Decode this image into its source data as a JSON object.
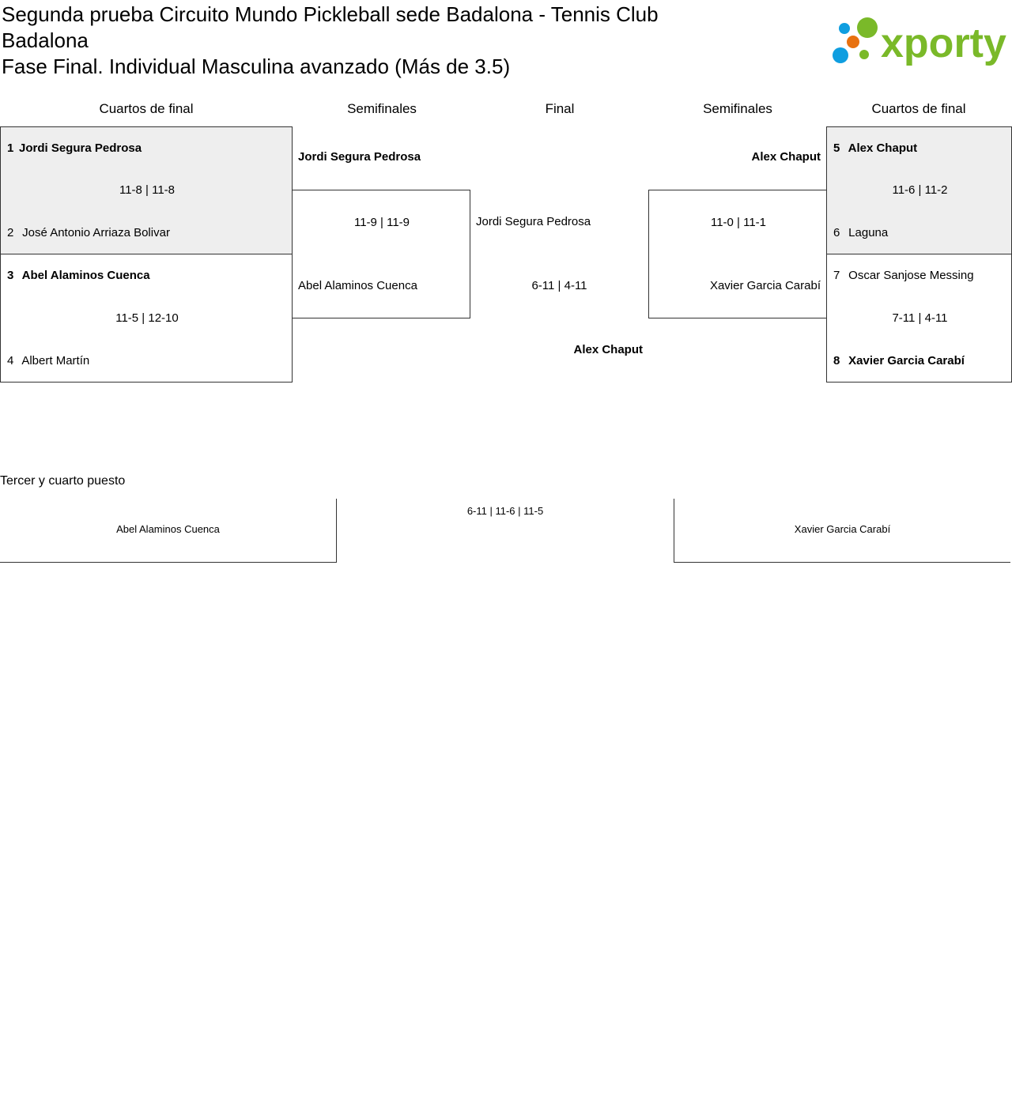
{
  "title": {
    "line1": "Segunda prueba Circuito Mundo Pickleball sede Badalona - Tennis Club Badalona",
    "line2": "Fase Final. Individual Masculina avanzado (Más de 3.5)"
  },
  "logo": {
    "text": "xporty",
    "colors": {
      "green": "#7ab929",
      "blue": "#0f9ee0",
      "orange": "#e8710f"
    }
  },
  "headers": [
    "Cuartos de final",
    "Semifinales",
    "Final",
    "Semifinales",
    "Cuartos de final"
  ],
  "quarterfinals": [
    {
      "p1_seed": "1",
      "p1": "Jordi Segura Pedrosa",
      "score": "11-8 | 11-8",
      "p2_seed": "2",
      "p2": "José Antonio Arriaza Bolivar"
    },
    {
      "p1_seed": "3",
      "p1": "Abel Alaminos Cuenca",
      "score": "11-5 | 12-10",
      "p2_seed": "4",
      "p2": "Albert Martín"
    },
    {
      "p1_seed": "5",
      "p1": "Alex Chaput",
      "score": "11-6 | 11-2",
      "p2_seed": "6",
      "p2": "Laguna"
    },
    {
      "p1_seed": "7",
      "p1": "Oscar Sanjose Messing",
      "score": "7-11 | 4-11",
      "p2_seed": "8",
      "p2": "Xavier Garcia Carabí"
    }
  ],
  "semifinals": [
    {
      "p1": "Jordi Segura Pedrosa",
      "score": "11-9 | 11-9",
      "p2": "Abel Alaminos Cuenca"
    },
    {
      "p1": "Alex Chaput",
      "score": "11-0 | 11-1",
      "p2": "Xavier Garcia Carabí"
    }
  ],
  "final": {
    "p1": "Jordi Segura Pedrosa",
    "score": "6-11 | 4-11",
    "winner": "Alex Chaput"
  },
  "third_place": {
    "title": "Tercer y cuarto puesto",
    "p1": "Abel Alaminos Cuenca",
    "score": "6-11 | 11-6 | 11-5",
    "p2": "Xavier Garcia Carabí"
  }
}
